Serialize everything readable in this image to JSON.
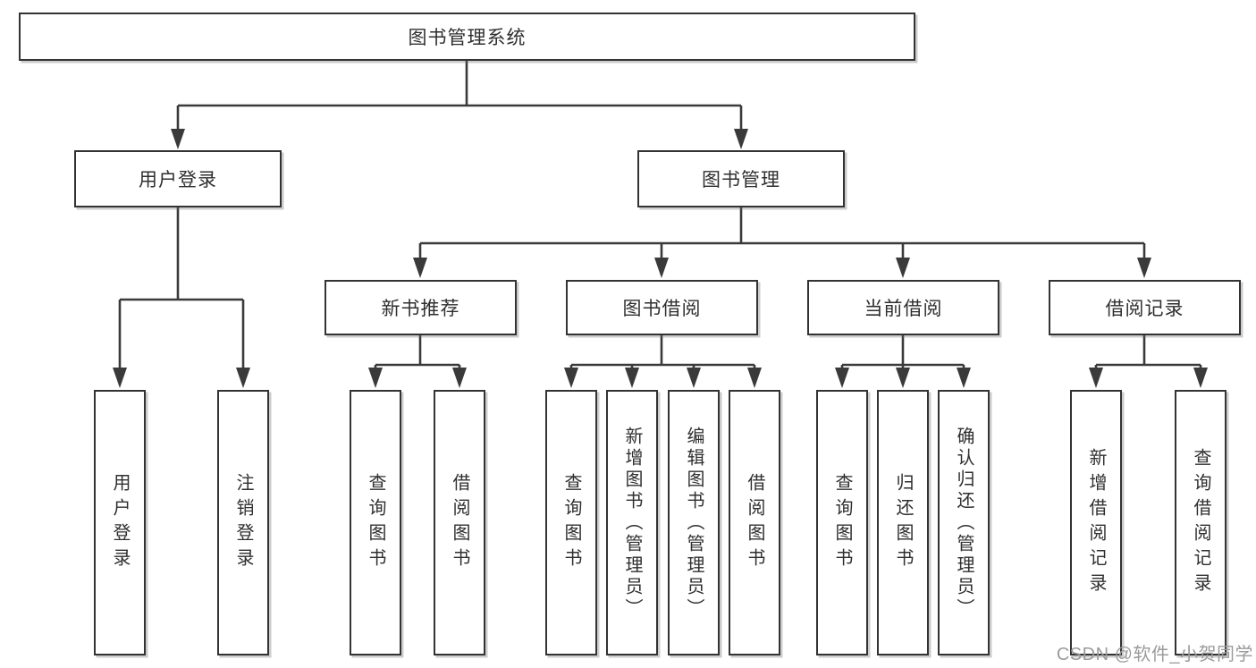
{
  "colors": {
    "line": "#3a3a3a",
    "box_border": "#333333",
    "box_fill": "#ffffff",
    "text": "#2f2f2f",
    "watermark": "#9b9b9b",
    "background": "#ffffff"
  },
  "watermark": {
    "text": "CSDN @软件_小贺同学"
  },
  "diagram": {
    "type": "hierarchy-tree",
    "root": {
      "label": "图书管理系统",
      "children": [
        {
          "label": "用户登录",
          "children": [
            {
              "label": "用户登录"
            },
            {
              "label": "注销登录"
            }
          ]
        },
        {
          "label": "图书管理",
          "children": [
            {
              "label": "新书推荐",
              "children": [
                {
                  "label": "查询图书"
                },
                {
                  "label": "借阅图书"
                }
              ]
            },
            {
              "label": "图书借阅",
              "children": [
                {
                  "label": "查询图书"
                },
                {
                  "label": "新增图书（管理员）"
                },
                {
                  "label": "编辑图书（管理员）"
                },
                {
                  "label": "借阅图书"
                }
              ]
            },
            {
              "label": "当前借阅",
              "children": [
                {
                  "label": "查询图书"
                },
                {
                  "label": "归还图书"
                },
                {
                  "label": "确认归还（管理员）"
                }
              ]
            },
            {
              "label": "借阅记录",
              "children": [
                {
                  "label": "新增借阅记录"
                },
                {
                  "label": "查询借阅记录"
                }
              ]
            }
          ]
        }
      ]
    }
  }
}
